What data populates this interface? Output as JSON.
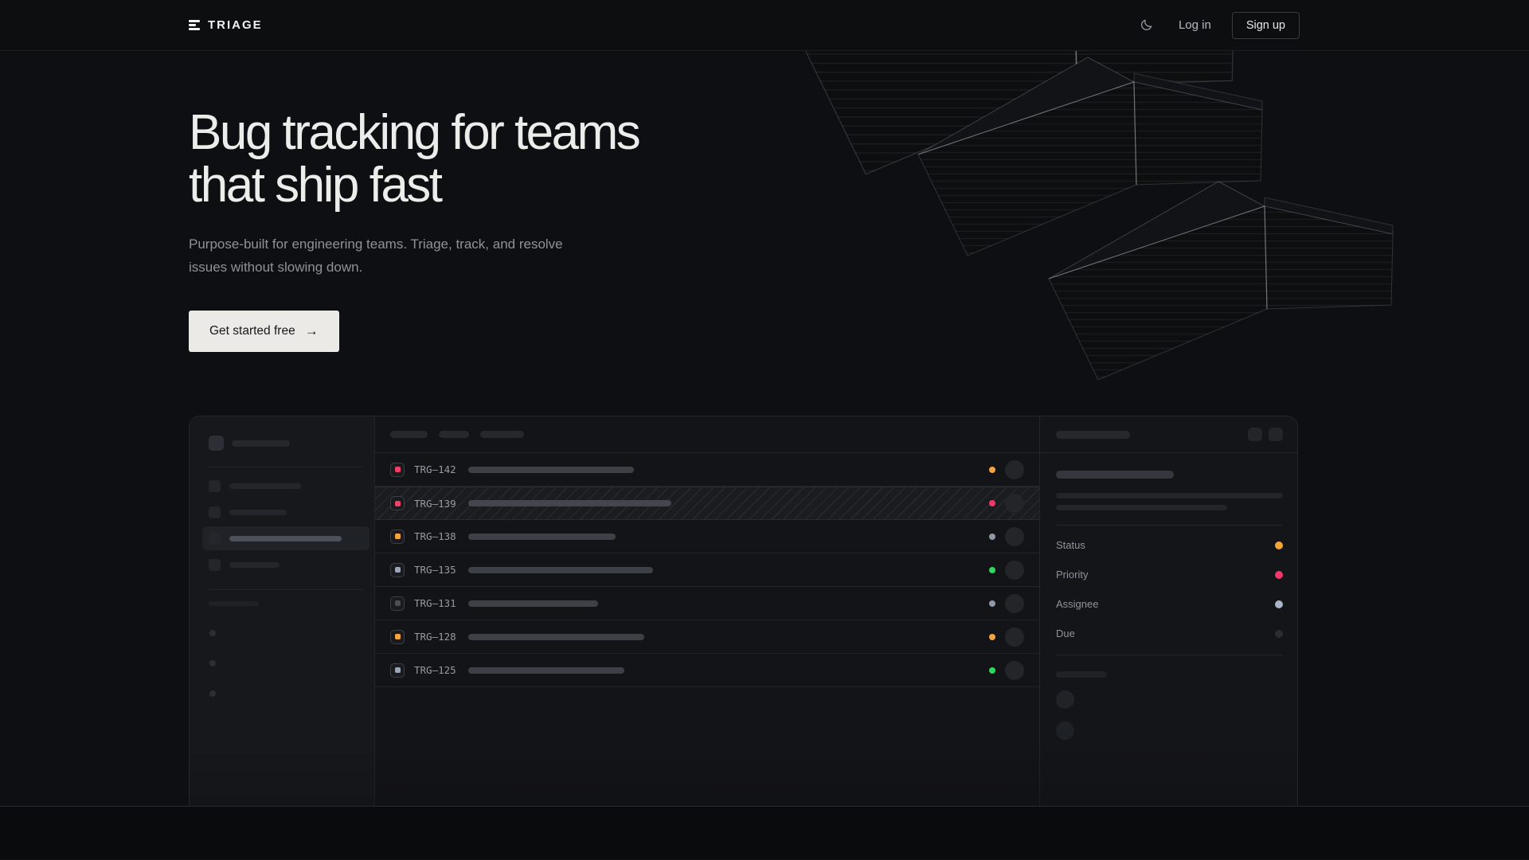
{
  "brand": {
    "name": "TRIAGE",
    "icon": "logo-icon"
  },
  "nav": {
    "log_in": "Log in",
    "sign_up": "Sign up",
    "theme_icon": "moon-icon"
  },
  "hero": {
    "heading_line1": "Bug tracking for teams",
    "heading_line2": "that ship fast",
    "subtitle": "Purpose-built for engineering teams. Triage, track, and resolve issues without slowing down.",
    "cta_label": "Get started free",
    "cta_arrow": "→"
  },
  "app_preview": {
    "issues": [
      {
        "id": "TRG–142",
        "checkbox_color": "#f23e68",
        "status_color": "#f5a33b",
        "title_width": 208,
        "selected": false
      },
      {
        "id": "TRG–139",
        "checkbox_color": "#f23e68",
        "status_color": "#f0386b",
        "title_width": 255,
        "selected": true
      },
      {
        "id": "TRG–138",
        "checkbox_color": "#f5a33b",
        "status_color": "#8e99ab",
        "title_width": 185,
        "selected": false
      },
      {
        "id": "TRG–135",
        "checkbox_color": "#9aa6b8",
        "status_color": "#2bd95f",
        "title_width": 232,
        "selected": false
      },
      {
        "id": "TRG–131",
        "checkbox_color": "#4b4e55",
        "status_color": "#8e99ab",
        "title_width": 163,
        "selected": false
      },
      {
        "id": "TRG–128",
        "checkbox_color": "#f5a33b",
        "status_color": "#f5a33b",
        "title_width": 221,
        "selected": false
      },
      {
        "id": "TRG–125",
        "checkbox_color": "#9aa6b8",
        "status_color": "#2bd95f",
        "title_width": 196,
        "selected": false
      }
    ],
    "detail_fields": [
      {
        "label": "Status",
        "color": "#f5a33b"
      },
      {
        "label": "Priority",
        "color": "#f0386b"
      },
      {
        "label": "Assignee",
        "color": "#a9b6c8"
      },
      {
        "label": "Due",
        "color": "#2a2d33"
      }
    ]
  },
  "colors": {
    "background": "#0e0f12",
    "card": "#131418",
    "status_orange": "#f5a33b",
    "status_pink": "#f0386b",
    "status_slate": "#8e99ab",
    "status_green": "#2bd95f",
    "cta_background": "#eceae7"
  }
}
